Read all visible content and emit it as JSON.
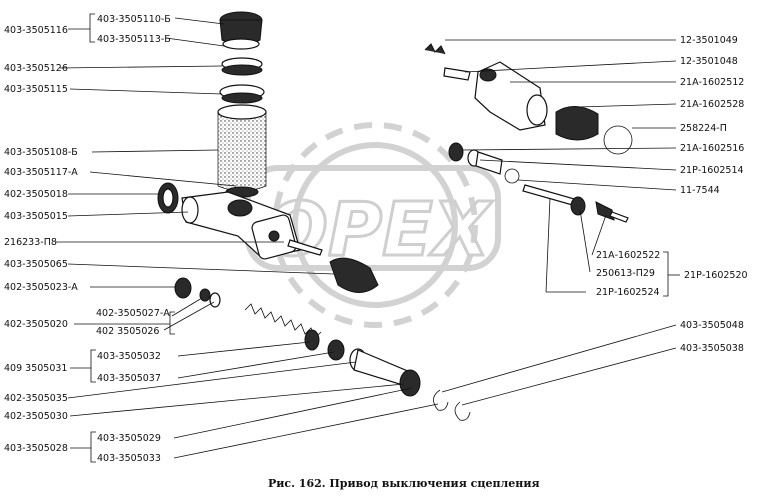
{
  "figure": {
    "caption": "Рис. 162. Привод выключения сцепления",
    "watermark": "OPEX",
    "labels": {
      "l1": "403-3505116",
      "l2": "403-3505110-Б",
      "l3": "403-3505113-Б",
      "l4": "403-3505126",
      "l5": "403-3505115",
      "l6": "403-3505108-Б",
      "l7": "403-3505117-А",
      "l8": "402-3505018",
      "l9": "403-3505015",
      "l10": "216233-П8",
      "l11": "403-3505065",
      "l12": "402-3505023-А",
      "l13": "402-3505027-А",
      "l14": "402 3505026",
      "l15": "402-3505020",
      "l16": "403-3505032",
      "l17": "403-3505037",
      "l18": "409 3505031",
      "l19": "402-3505035",
      "l20": "402-3505030",
      "l21": "403-3505029",
      "l22": "403-3505033",
      "l23": "403-3505028",
      "r1": "12-3501049",
      "r2": "12-3501048",
      "r3": "21А-1602512",
      "r4": "21А-1602528",
      "r5": "258224-П",
      "r6": "21А-1602516",
      "r7": "21Р-1602514",
      "r8": "11-7544",
      "r9": "21А-1602522",
      "r10": "250613-П29",
      "r11": "21Р-1602524",
      "r12": "21Р-1602520",
      "r13": "403-3505048",
      "r14": "403-3505038"
    }
  }
}
